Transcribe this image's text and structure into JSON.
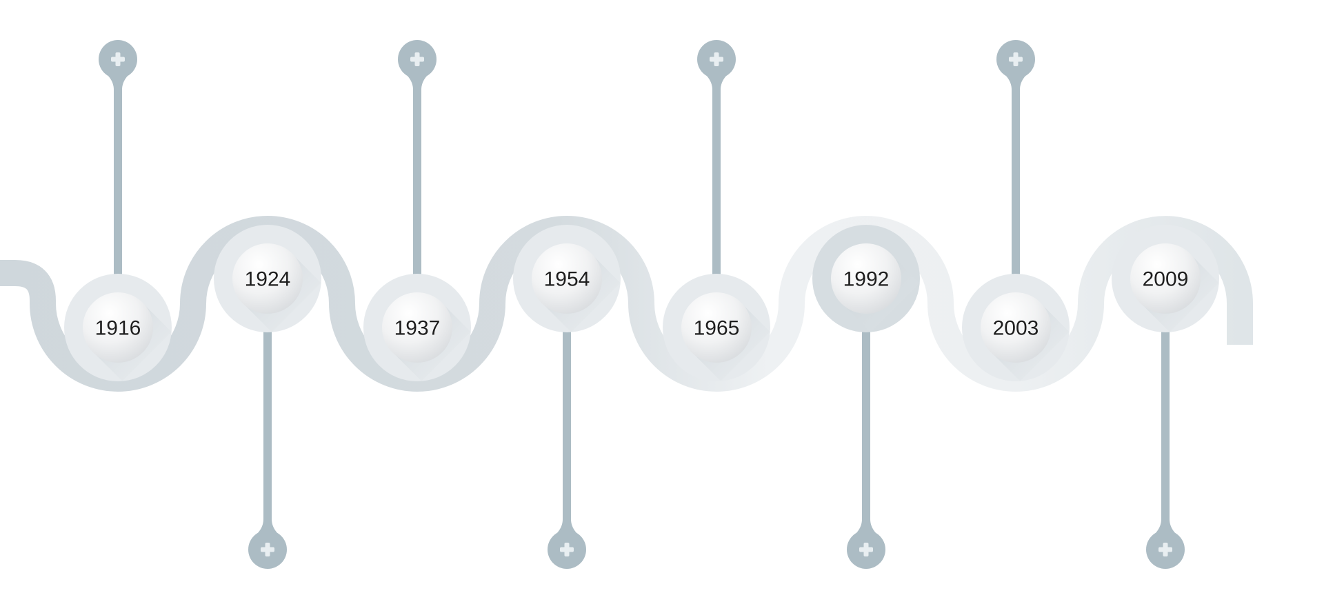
{
  "timeline": {
    "milestones": [
      {
        "year": "1916",
        "pin": "top"
      },
      {
        "year": "1924",
        "pin": "bottom"
      },
      {
        "year": "1937",
        "pin": "top"
      },
      {
        "year": "1954",
        "pin": "bottom"
      },
      {
        "year": "1965",
        "pin": "top"
      },
      {
        "year": "1992",
        "pin": "bottom"
      },
      {
        "year": "2003",
        "pin": "top"
      },
      {
        "year": "2009",
        "pin": "bottom"
      }
    ],
    "colors": {
      "road_dark": "#ced6db",
      "road_light": "#ecf0f2",
      "pin": "#acbcc4",
      "pin_plus": "#e8eef1",
      "ring": "#e6eaed",
      "ring_dark": "#d6dde1",
      "disc_light": "#ffffff",
      "disc_dark": "#d9dcdf",
      "text": "#1e1e1e"
    },
    "icons": {
      "pin_icon": "plus-icon"
    }
  }
}
